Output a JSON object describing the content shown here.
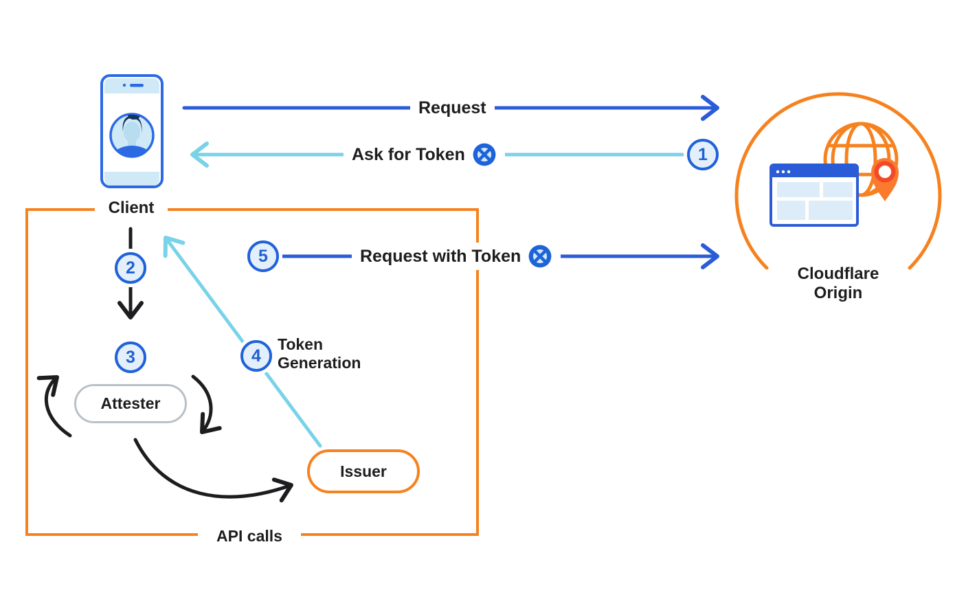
{
  "diagram": {
    "nodes": {
      "client": {
        "label": "Client"
      },
      "cloudflare_origin": {
        "label": "Cloudflare Origin"
      },
      "attester": {
        "label": "Attester"
      },
      "issuer": {
        "label": "Issuer"
      }
    },
    "flows": {
      "request": {
        "label": "Request"
      },
      "ask_for_token": {
        "label": "Ask for Token",
        "step": "1",
        "has_token_icon": true
      },
      "client_to_attester": {
        "step": "2"
      },
      "attestation": {
        "step": "3"
      },
      "token_generation": {
        "label": "Token Generation",
        "step": "4"
      },
      "request_with_token": {
        "label": "Request with Token",
        "step": "5",
        "has_token_icon": true
      }
    },
    "api_calls_box": {
      "label": "API calls"
    },
    "icons": {
      "client": "phone-user-icon",
      "token": "token-icon",
      "origin": [
        "globe-icon",
        "browser-window-icon",
        "location-pin-icon"
      ]
    },
    "colors": {
      "blue": "#2b5cd8",
      "cyan": "#79d2e8",
      "orange": "#f6821f",
      "pin_red": "#f2492a",
      "light_blue_fill": "#cfe9f7",
      "circle_fill": "#e3f0fb",
      "gray_border": "#b9c0c7",
      "text": "#1d1d1f"
    }
  }
}
